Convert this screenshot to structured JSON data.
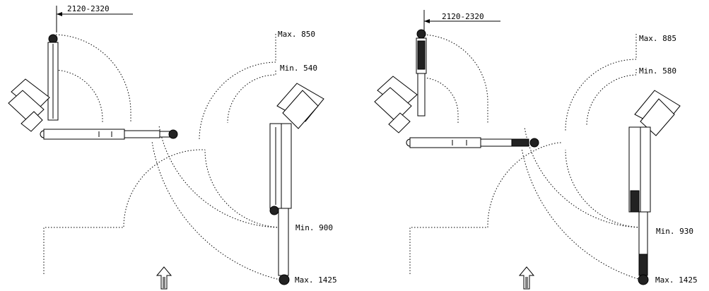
{
  "left_unit": {
    "dimension_label": "2120-2320",
    "max_outer": "Max. 850",
    "min_inner": "Min. 540",
    "min_lower": "Min. 900",
    "max_lower": "Max. 1425"
  },
  "right_unit": {
    "dimension_label": "2120-2320",
    "max_outer": "Max. 885",
    "min_inner": "Min. 580",
    "min_lower": "Min. 930",
    "max_lower": "Max. 1425"
  },
  "colors": {
    "line": "#000000",
    "background": "#ffffff"
  }
}
